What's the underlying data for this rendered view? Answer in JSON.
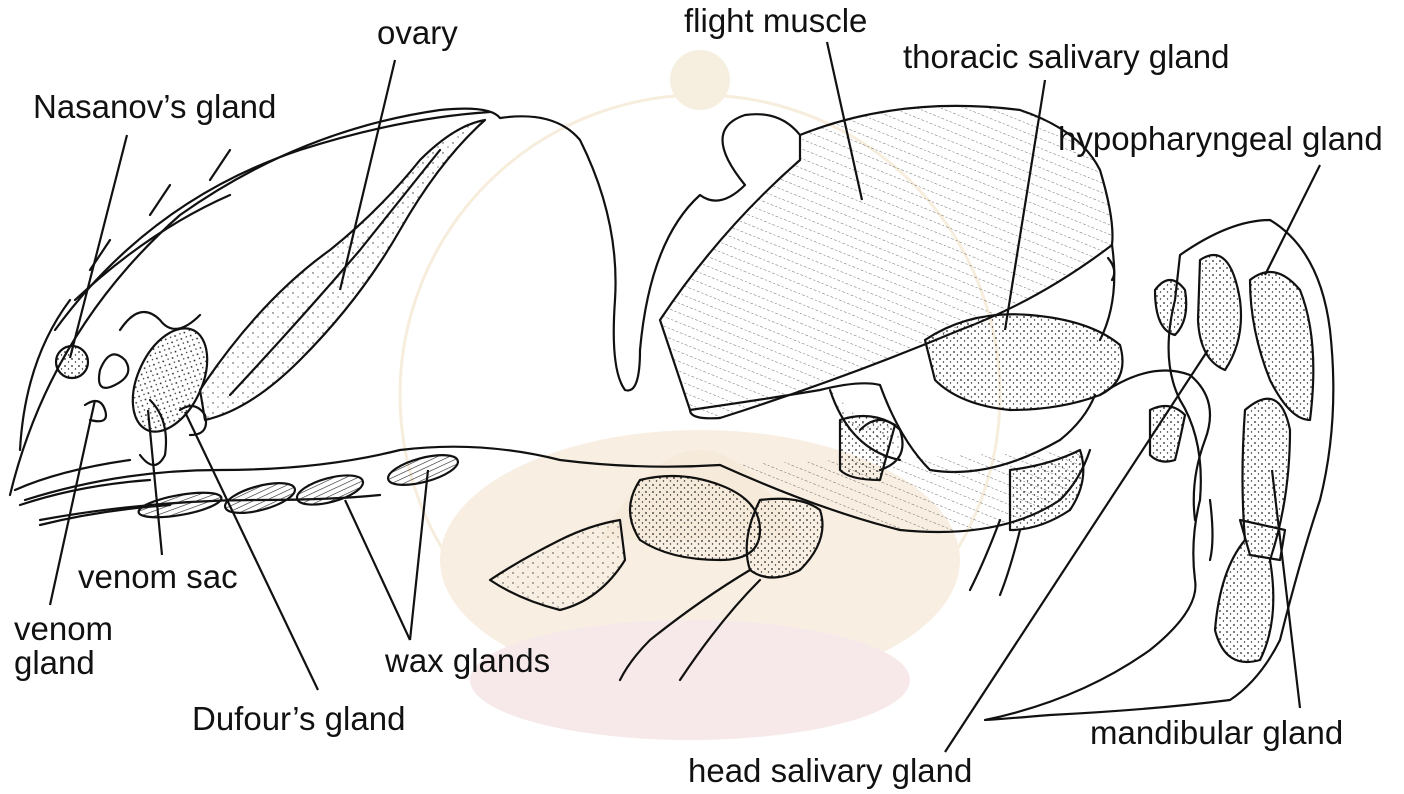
{
  "labels": {
    "ovary": "ovary",
    "flight_muscle": "flight muscle",
    "thoracic_salivary_gland": "thoracic salivary gland",
    "nasanovs_gland": "Nasanov’s gland",
    "hypopharyngeal_gland": "hypopharyngeal gland",
    "venom_sac": "venom sac",
    "venom_gland_line1": "venom",
    "venom_gland_line2": "gland",
    "wax_glands": "wax glands",
    "dufours_gland": "Dufour’s gland",
    "mandibular_gland": "mandibular gland",
    "head_salivary_gland": "head salivary gland"
  },
  "colors": {
    "ink": "#111111",
    "background": "#ffffff",
    "watermark": "#e9cfa8",
    "watermark_red": "#e7c2c2"
  }
}
